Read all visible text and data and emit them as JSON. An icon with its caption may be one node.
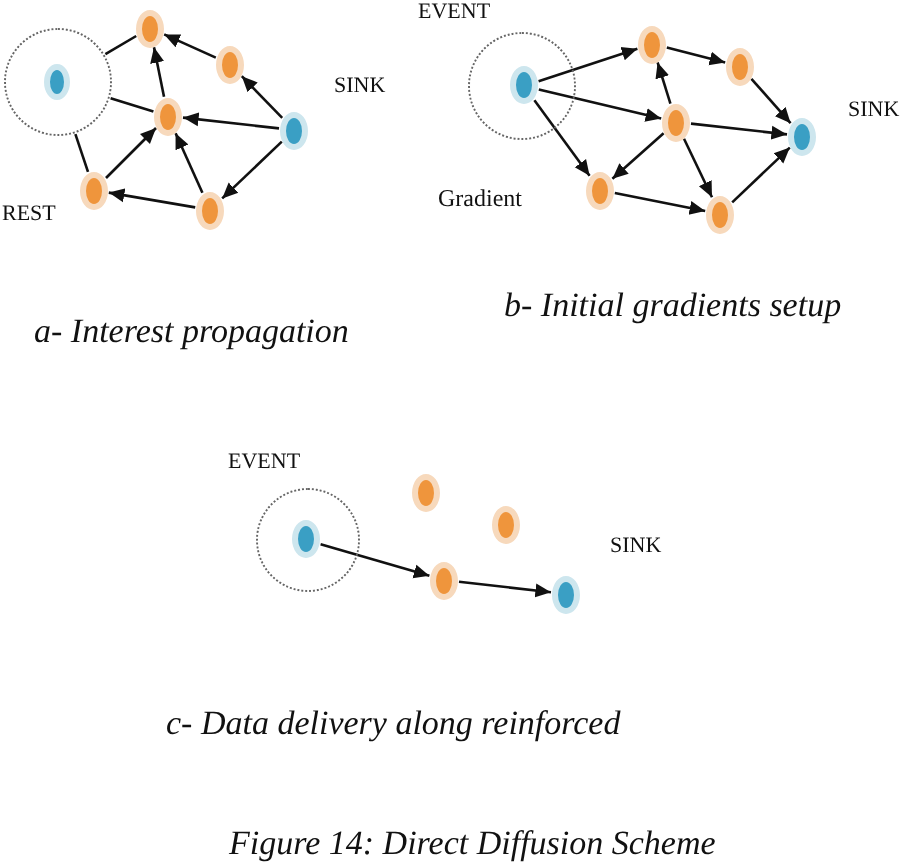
{
  "diagram": {
    "caption": "Figure 14: Direct Diffusion Scheme",
    "nodes": [
      {
        "text": [],
        "shape": "circle"
      },
      {
        "text": [],
        "shape": "circle",
        "in": 0
      },
      {
        "text": [],
        "shape": "circle"
      },
      {
        "text": [],
        "shape": "circle"
      },
      {
        "text": [],
        "shape": "circle"
      },
      {
        "text": [],
        "shape": "circle",
        "beside": [
          "SINK"
        ]
      },
      {
        "text": [],
        "shape": "circle"
      },
      {
        "text": [],
        "shape": "circle"
      },
      {
        "text": [],
        "shape": "circle",
        "beside": [
          "EVENT"
        ]
      },
      {
        "text": [],
        "shape": "circle",
        "in": 8
      },
      {
        "text": [],
        "shape": "circle"
      },
      {
        "text": [],
        "shape": "circle"
      },
      {
        "text": [],
        "shape": "circle"
      },
      {
        "text": [],
        "shape": "circle",
        "beside": [
          "SINK"
        ]
      },
      {
        "text": [],
        "shape": "circle"
      },
      {
        "text": [],
        "shape": "circle"
      },
      {
        "text": [],
        "shape": "circle",
        "beside": [
          "EVENT"
        ]
      },
      {
        "text": [],
        "shape": "circle",
        "in": 16
      },
      {
        "text": [],
        "shape": "circle"
      },
      {
        "text": [],
        "shape": "circle"
      },
      {
        "text": [],
        "shape": "circle"
      },
      {
        "text": [],
        "shape": "circle",
        "beside": [
          "SINK"
        ]
      }
    ],
    "edges": [
      {
        "from": 5,
        "to": 3,
        "arrow": "to"
      },
      {
        "from": 3,
        "to": 2,
        "arrow": "to"
      },
      {
        "from": 5,
        "to": 4,
        "arrow": "to"
      },
      {
        "from": 4,
        "to": 2,
        "arrow": "to"
      },
      {
        "from": 5,
        "to": 7,
        "arrow": "to"
      },
      {
        "from": 7,
        "to": 4,
        "arrow": "to"
      },
      {
        "from": 7,
        "to": 6,
        "arrow": "to"
      },
      {
        "from": 6,
        "to": 4,
        "arrow": "to"
      },
      {
        "from": 2,
        "to": 0,
        "arrow": "none"
      },
      {
        "from": 4,
        "to": 0,
        "arrow": "none"
      },
      {
        "from": 6,
        "to": 0,
        "arrow": "none"
      },
      {
        "from": 9,
        "to": 10,
        "arrow": "to"
      },
      {
        "from": 9,
        "to": 12,
        "arrow": "to"
      },
      {
        "from": 9,
        "to": 14,
        "arrow": "to"
      },
      {
        "from": 10,
        "to": 11,
        "arrow": "to"
      },
      {
        "from": 11,
        "to": 13,
        "arrow": "to"
      },
      {
        "from": 12,
        "to": 10,
        "arrow": "to"
      },
      {
        "from": 12,
        "to": 13,
        "arrow": "to"
      },
      {
        "from": 12,
        "to": 14,
        "arrow": "to"
      },
      {
        "from": 12,
        "to": 15,
        "arrow": "to"
      },
      {
        "from": 14,
        "to": 15,
        "arrow": "to"
      },
      {
        "from": 15,
        "to": 13,
        "arrow": "to"
      },
      {
        "from": 17,
        "to": 20,
        "arrow": "to"
      },
      {
        "from": 20,
        "to": 21,
        "arrow": "to"
      }
    ],
    "labels": [
      "REST",
      "Gradient",
      "a- Interest propagation",
      "b- Initial gradients setup",
      "c- Data delivery along reinforced"
    ]
  }
}
